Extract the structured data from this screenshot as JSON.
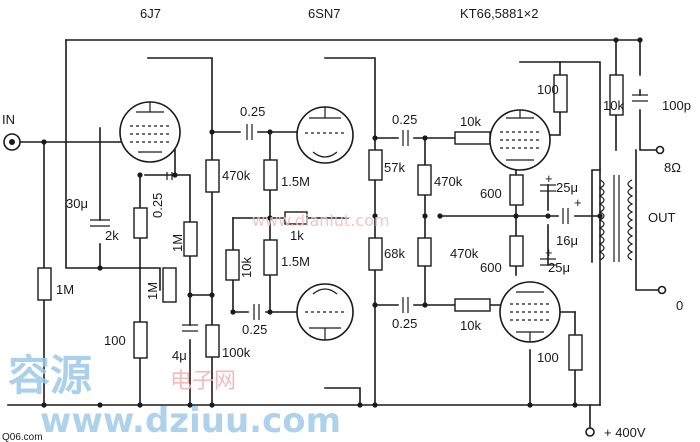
{
  "tubes": {
    "input": "6J7",
    "driver": "6SN7",
    "output": "KT66,5881×2"
  },
  "ports": {
    "input": "IN",
    "out_title": "OUT",
    "out_8ohm": "8Ω",
    "out_zero": "0",
    "supply": "+ 400V"
  },
  "labels": {
    "c_30u": "30μ",
    "r_2k": "2k",
    "c_025_a": "0.25",
    "r_1M_a": "1M",
    "r_1M_b": "1M",
    "r_1M_c": "1M",
    "r_100_a": "100",
    "c_4u": "4μ",
    "r_470k_a": "470k",
    "r_100k": "100k",
    "c_025_b": "0.25",
    "r_15M_a": "1.5M",
    "r_1k": "1k",
    "r_10k_a": "10k",
    "r_15M_b": "1.5M",
    "c_025_c": "0.25",
    "r_57k": "57k",
    "r_68k": "68k",
    "c_025_d": "0.25",
    "r_470k_b": "470k",
    "r_470k_c": "470k",
    "c_025_e": "0.25",
    "r_10k_b": "10k",
    "r_10k_c": "10k",
    "r_100_b": "100",
    "r_100_c": "100",
    "r_600_a": "600",
    "r_600_b": "600",
    "c_25u_a": "25μ",
    "c_25u_b": "25μ",
    "c_16u": "16μ",
    "plus_a": "+",
    "plus_b": "+",
    "plus_c": "+",
    "r_10k_d": "10k",
    "c_100p": "100p"
  },
  "watermarks": {
    "brand_cn": "容源",
    "brand_sub": "电子网",
    "site": "www.dziuu.com",
    "faint_site": "www.dianlut.com",
    "corner": "Q06.com"
  }
}
